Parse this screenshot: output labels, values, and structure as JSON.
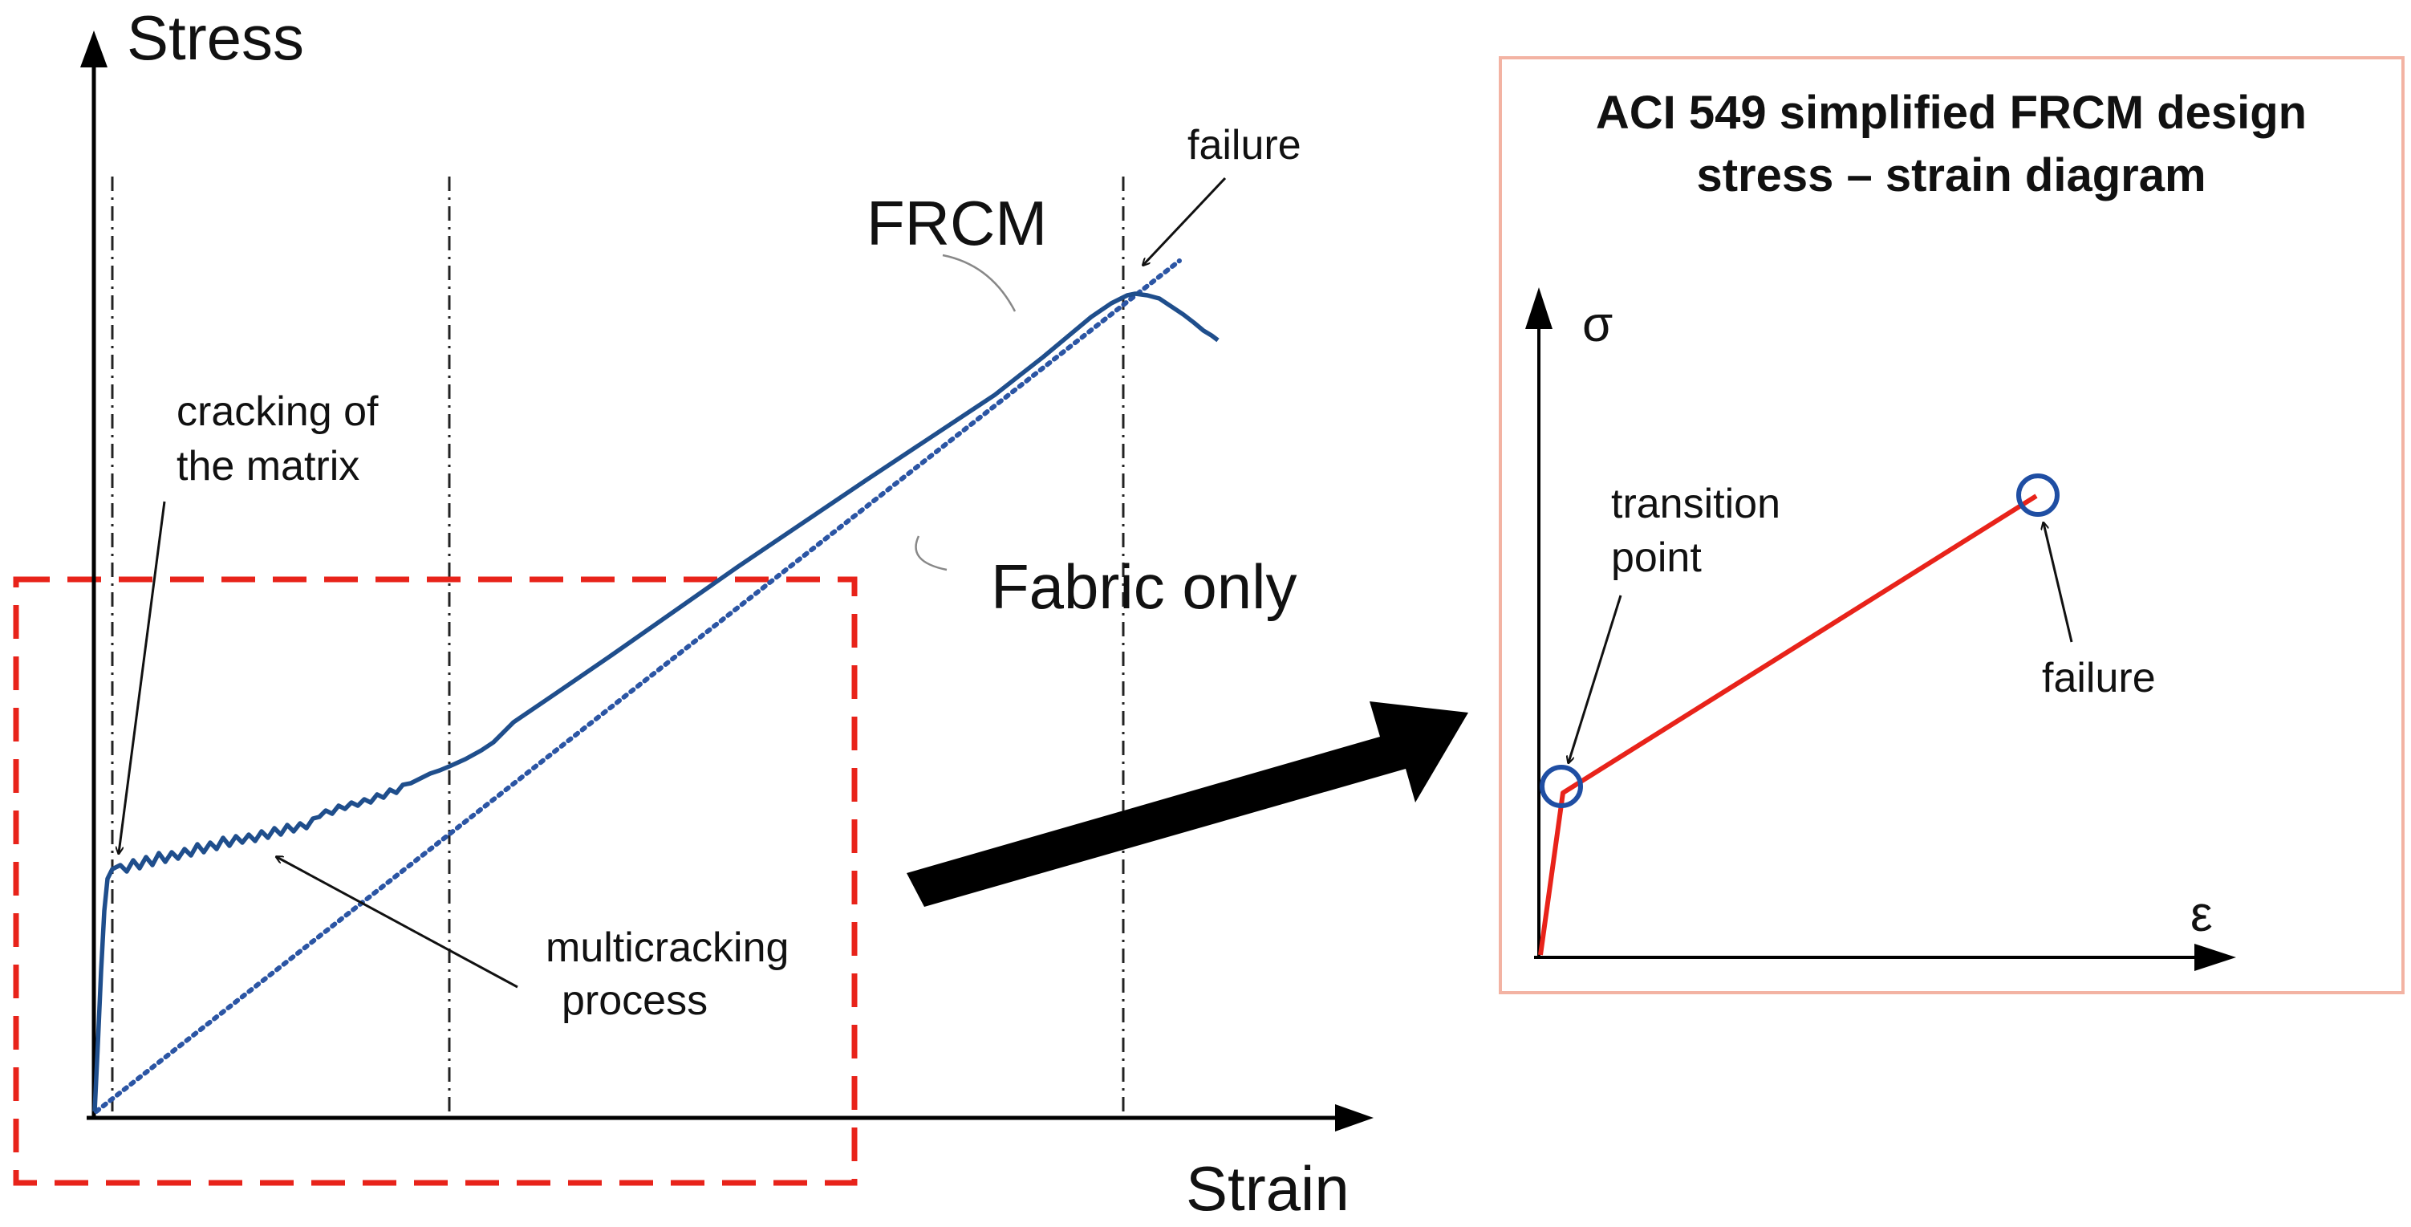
{
  "left_diagram": {
    "y_axis_label": "Stress",
    "x_axis_label": "Strain",
    "curve_frcm_label": "FRCM",
    "curve_fabric_label": "Fabric only",
    "annotation_failure": "failure",
    "annotation_cracking_line1": "cracking of",
    "annotation_cracking_line2": "the matrix",
    "annotation_multicracking_line1": "multicracking",
    "annotation_multicracking_line2": "process"
  },
  "right_diagram": {
    "title_line1": "ACI 549 simplified FRCM design",
    "title_line2": "stress – strain diagram",
    "y_axis_label": "σ",
    "x_axis_label": "ε",
    "annotation_transition_line1": "transition",
    "annotation_transition_line2": "point",
    "annotation_failure": "failure"
  },
  "colors": {
    "frcm_curve": "#1f4e8c",
    "fabric_line": "#2b55a4",
    "zoom_box": "#e8231a",
    "design_line": "#e8231a",
    "marker_circle": "#1f4ea3",
    "panel_border": "#f3b3a3",
    "axes": "#000000",
    "big_arrow": "#000000"
  }
}
